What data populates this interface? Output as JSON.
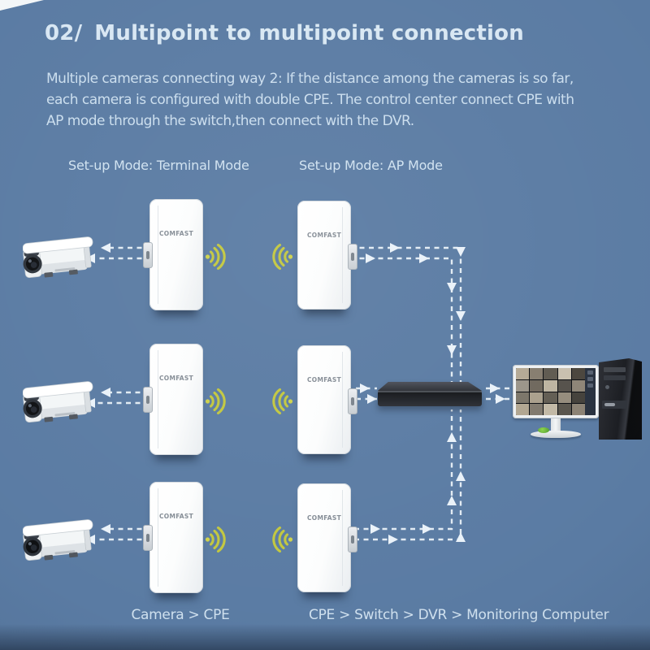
{
  "slide": {
    "heading": {
      "number": "02/",
      "text": "Multipoint to multipoint connection"
    },
    "description_lines": [
      "Multiple cameras connecting way 2:  If the distance among the cameras is so far,",
      "each camera is configured with double CPE. The control center connect CPE with",
      "AP mode through the switch,then connect with the DVR."
    ],
    "mode_labels": {
      "terminal": "Set-up Mode: Terminal Mode",
      "ap": "Set-up Mode: AP Mode"
    },
    "captions": {
      "left": "Camera > CPE",
      "right": "CPE > Switch > DVR > Monitoring Computer"
    },
    "device_brand": "COMFAST",
    "icons": {
      "camera": "cctv-camera-icon",
      "cpe": "cpe-device",
      "wifi": "wifi-signal-icon",
      "switch": "network-switch-device",
      "monitor": "monitoring-computer-icon",
      "tower": "tower-pc-icon"
    },
    "colors": {
      "background": "#5a7ba3",
      "text_light": "#d5e5f2",
      "wifi_icon": "#c2c73e",
      "connector": "#e9f1f8",
      "switch_body": "#1b1e23"
    }
  }
}
